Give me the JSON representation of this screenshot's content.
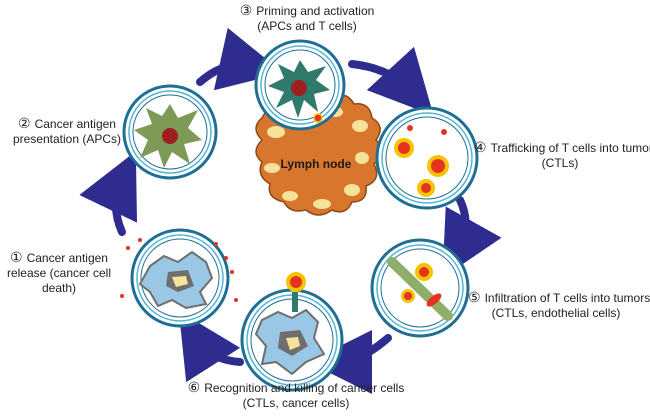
{
  "steps": [
    {
      "number": "③",
      "line1": "Priming and activation",
      "line2": "(APCs and T cells)"
    },
    {
      "number": "④",
      "line1": "Trafficking of T cells into tumors",
      "line2": "(CTLs)"
    },
    {
      "number": "⑤",
      "line1": "Infiltration of T cells into tumors",
      "line2": "(CTLs, endothelial cells)"
    },
    {
      "number": "⑥",
      "line1": "Recognition and killing of cancer cells",
      "line2": "(CTLs, cancer cells)"
    },
    {
      "number": "①",
      "line1": "Cancer antigen",
      "line2": "release (cancer cell",
      "line3": "death)"
    },
    {
      "number": "②",
      "line1": "Cancer antigen",
      "line2": "presentation (APCs)"
    }
  ],
  "lymph_node_label": "Lymph node",
  "colors": {
    "arrow": "#2e2c8f",
    "ring": "#1f6f94",
    "ring_light": "#55b5d8",
    "dendritic_green": "#7d9a56",
    "dendritic_teal": "#2f7a6a",
    "nucleus": "#a11e1e",
    "lymph_orange": "#d9762e",
    "tcell_red": "#e5331f",
    "tcell_yellow": "#f5c400",
    "tumor_blue": "#9bc7e6",
    "tumor_grey": "#6e6e6e"
  },
  "icons": [
    "cycle-arrow-icon",
    "dendritic-cell-icon",
    "t-cell-icon",
    "tumor-cell-icon",
    "lymph-node-icon",
    "blood-vessel-icon"
  ]
}
